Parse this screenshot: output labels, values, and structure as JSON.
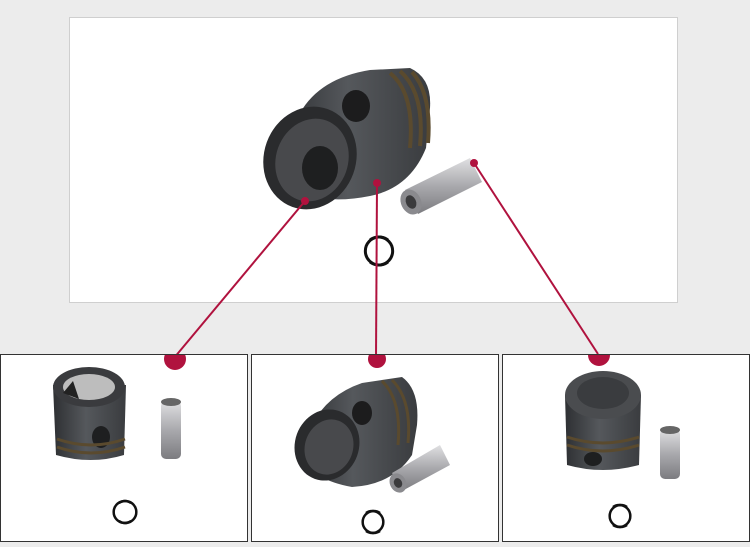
{
  "product": {
    "title": "",
    "parts": [
      "piston-icon",
      "piston-pin-icon",
      "snap-ring-icon"
    ]
  },
  "colors": {
    "background": "#ececec",
    "panel": "#ffffff",
    "connector": "#b0123e",
    "piston_body": "#4a4c4f",
    "piston_ring": "#2f3032",
    "pin": "#b9b9bd"
  },
  "views": [
    {
      "name": "main-view"
    },
    {
      "name": "angled-top-view"
    },
    {
      "name": "side-view"
    },
    {
      "name": "crown-view"
    }
  ]
}
